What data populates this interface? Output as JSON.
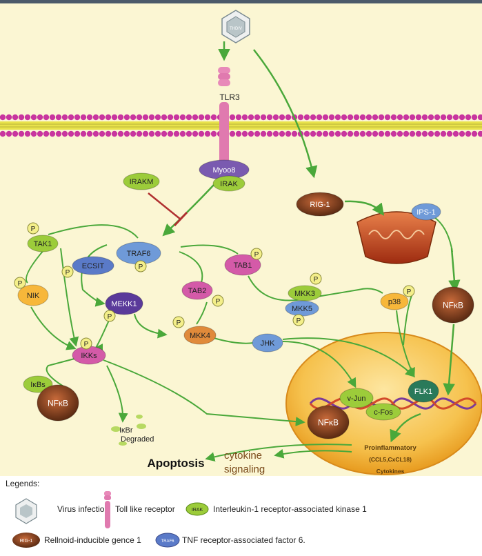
{
  "receptor": {
    "tlr3": "TLR3",
    "myoo8": "Myoo8",
    "irak": "IRAK",
    "irakm": "IRAKM"
  },
  "virus_label": "THDIV",
  "nodes": {
    "tak1": "TAK1",
    "traf6": "TRAF6",
    "ecsit": "ECSIT",
    "nik": "NIK",
    "tab1": "TAB1",
    "tab2": "TAB2",
    "mekk1": "MEKK1",
    "mkk4": "MKK4",
    "mkk3": "MKK3",
    "mkk5": "MKK5",
    "p38": "p38",
    "jhk": "JHK",
    "ikks": "IKKs",
    "ikbs": "IκBs",
    "nfkb": "NFκB",
    "ikbr_line1": "IκBr",
    "ikbr_line2": "Degraded",
    "rig1": "RIG-1",
    "ips1": "IPS-1",
    "nfkb_right": "NFκB",
    "vjun": "v-Jun",
    "cfos": "c-Fos",
    "flk1": "FLK1",
    "nfkb_nucleus": "NFκB",
    "p": "P"
  },
  "outputs": {
    "apoptosis": "Apoptosis",
    "cytokine_line1": "cytokine",
    "cytokine_line2": "signaling",
    "proinf_line1": "Proinflammatory",
    "proinf_line2": "(CCL5,CxCL18)",
    "proinf_line3": "Cytokines"
  },
  "legend": {
    "title": "Legends:",
    "virus": "Virus infection",
    "tlr": "Toll like receptor",
    "irak_icon": "IRAK",
    "irak": "Interleukin-1 receptor-associated kinase 1",
    "rig_icon": "RIG-1",
    "rig": "Rellnoid-inducible gence 1",
    "traf_icon": "TRAF6",
    "traf": "TNF receptor-associated factor 6."
  },
  "colors": {
    "background": "#fbf6d3",
    "arrow": "#4aa83a",
    "inhibit": "#b03030",
    "membrane_head": "#c8359f",
    "membrane_tail": "#e8e24a"
  }
}
